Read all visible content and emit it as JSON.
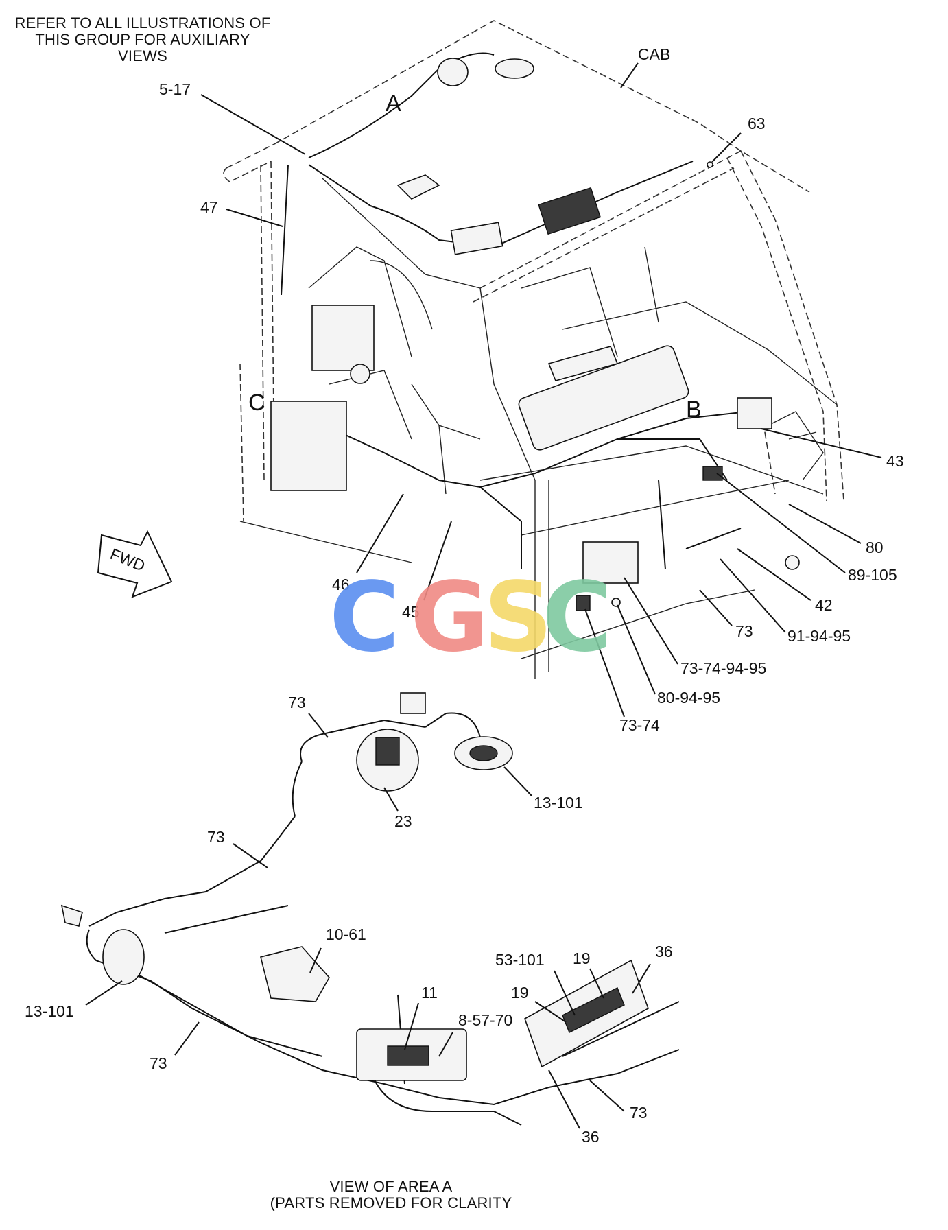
{
  "header_note": [
    "REFER TO ALL ILLUSTRATIONS OF",
    "THIS GROUP FOR AUXILIARY VIEWS"
  ],
  "view_title": [
    "VIEW OF AREA A",
    "(PARTS REMOVED FOR CLARITY"
  ],
  "area_labels": {
    "a": "A",
    "b": "B",
    "c": "C"
  },
  "fwd_label": "FWD",
  "watermark": "CGSC",
  "colors": {
    "watermark_c1": "#5a8ef0",
    "watermark_g": "#f08a84",
    "watermark_s": "#f4d96a",
    "watermark_c2": "#7fc9a0"
  },
  "callouts": {
    "cab": "CAB",
    "c5_17": "5-17",
    "c63": "63",
    "c47": "47",
    "c43": "43",
    "c80": "80",
    "c89_105": "89-105",
    "c42": "42",
    "c91_94_95": "91-94-95",
    "c73_main": "73",
    "c73_74_94_95": "73-74-94-95",
    "c80_94_95": "80-94-95",
    "c73_74": "73-74",
    "c46": "46",
    "c45": "45",
    "d73_top": "73",
    "d13_101_right": "13-101",
    "d23": "23",
    "d73_mid": "73",
    "d10_61": "10-61",
    "d13_101_left": "13-101",
    "d73_low": "73",
    "d11": "11",
    "d8_57_70": "8-57-70",
    "d53_101": "53-101",
    "d19_a": "19",
    "d19_b": "19",
    "d36_top": "36",
    "d36_bottom": "36",
    "d73_right": "73"
  }
}
